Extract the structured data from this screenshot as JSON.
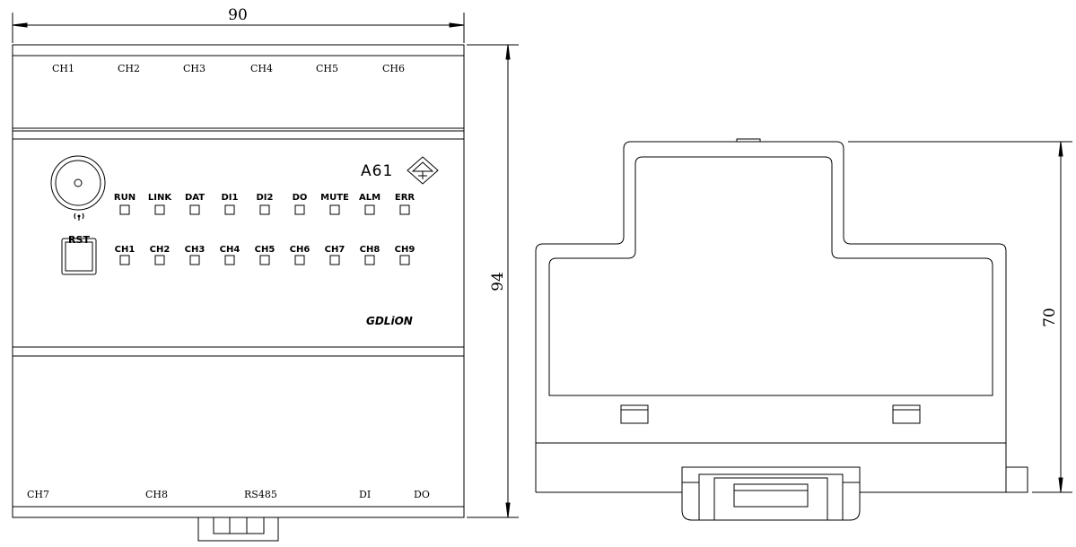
{
  "front_view": {
    "width_dimension": "90",
    "height_dimension": "94",
    "top_terminals": [
      "CH1",
      "CH2",
      "CH3",
      "CH4",
      "CH5",
      "CH6"
    ],
    "bottom_terminals": [
      "CH7",
      "CH8",
      "RS485",
      "DI",
      "DO"
    ],
    "model": "A61",
    "brand": "GDLiON",
    "reset_label": "RST",
    "status_leds": [
      "RUN",
      "LINK",
      "DAT",
      "DI1",
      "DI2",
      "DO",
      "MUTE",
      "ALM",
      "ERR"
    ],
    "channel_leds": [
      "CH1",
      "CH2",
      "CH3",
      "CH4",
      "CH5",
      "CH6",
      "CH7",
      "CH8",
      "CH9"
    ]
  },
  "side_view": {
    "depth_dimension": "70"
  }
}
